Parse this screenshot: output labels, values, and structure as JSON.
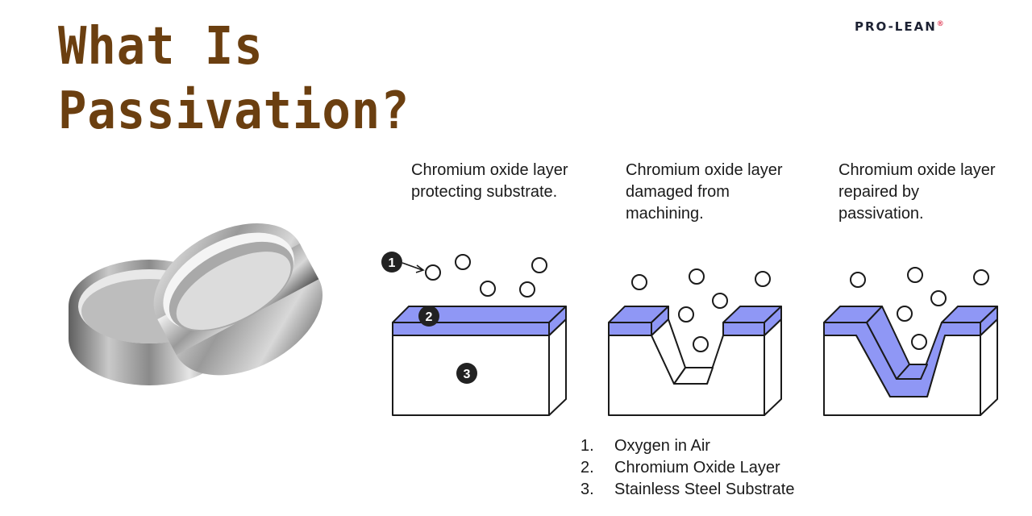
{
  "title": {
    "line1": "What Is",
    "line2": "Passivation?"
  },
  "brand": {
    "name": "PRO-LEAN",
    "mark": "®"
  },
  "colors": {
    "title": "#6b3f10",
    "oxide_layer": "#8f97f5",
    "outline": "#1a1a1a",
    "marker": "#222222"
  },
  "image": {
    "name": "stainless-steel-rings-photo"
  },
  "panels": [
    {
      "caption": "Chromium oxide layer protecting substrate."
    },
    {
      "caption": "Chromium oxide layer damaged from machining."
    },
    {
      "caption": "Chromium oxide layer repaired by passivation."
    }
  ],
  "markers": [
    "1",
    "2",
    "3"
  ],
  "legend": [
    {
      "number": "1.",
      "text": "Oxygen in Air"
    },
    {
      "number": "2.",
      "text": "Chromium Oxide Layer"
    },
    {
      "number": "3.",
      "text": "Stainless Steel Substrate"
    }
  ]
}
